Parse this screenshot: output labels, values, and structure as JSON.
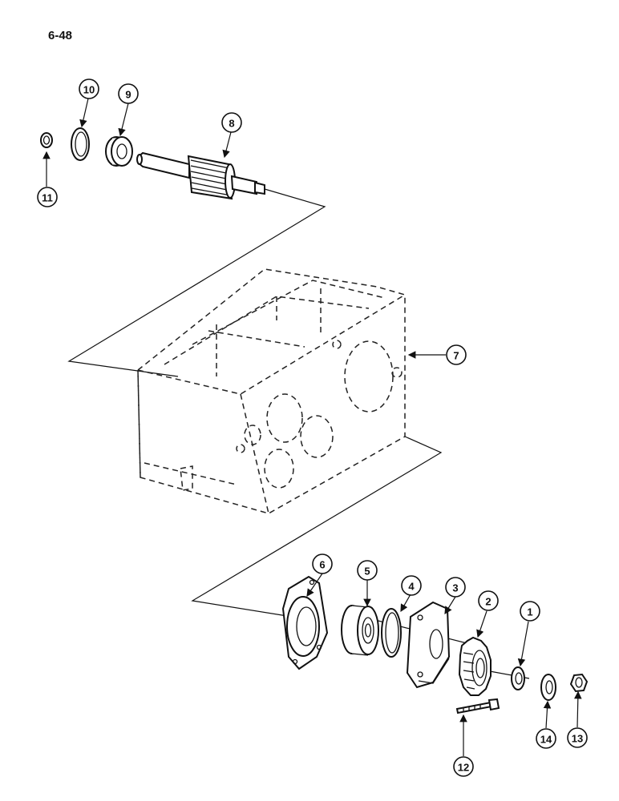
{
  "page": {
    "number": "6-48"
  },
  "callouts": [
    {
      "id": "1",
      "label": "1"
    },
    {
      "id": "2",
      "label": "2"
    },
    {
      "id": "3",
      "label": "3"
    },
    {
      "id": "4",
      "label": "4"
    },
    {
      "id": "5",
      "label": "5"
    },
    {
      "id": "6",
      "label": "6"
    },
    {
      "id": "7",
      "label": "7"
    },
    {
      "id": "8",
      "label": "8"
    },
    {
      "id": "9",
      "label": "9"
    },
    {
      "id": "10",
      "label": "10"
    },
    {
      "id": "11",
      "label": "11"
    },
    {
      "id": "12",
      "label": "12"
    },
    {
      "id": "13",
      "label": "13"
    },
    {
      "id": "14",
      "label": "14"
    }
  ]
}
